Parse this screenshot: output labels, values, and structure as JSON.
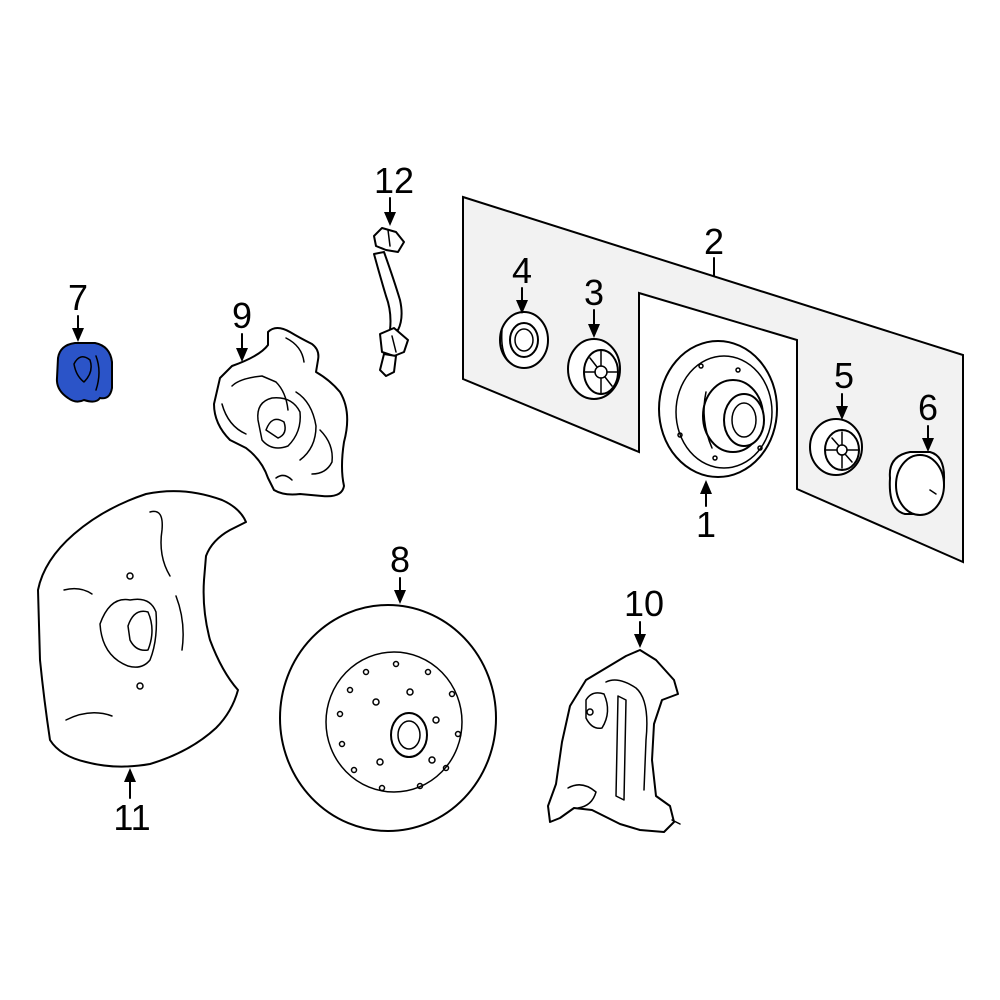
{
  "diagram": {
    "highlight_color": "#2b54c8",
    "callouts": {
      "hub": "1",
      "hub_bearing_kit": "2",
      "bearing_3": "3",
      "bearing_4": "4",
      "bearing_5": "5",
      "bearing_6": "6",
      "bushing": "7",
      "rotor": "8",
      "caliper": "9",
      "caliper_bracket": "10",
      "splash_shield": "11",
      "brake_hose": "12"
    }
  }
}
